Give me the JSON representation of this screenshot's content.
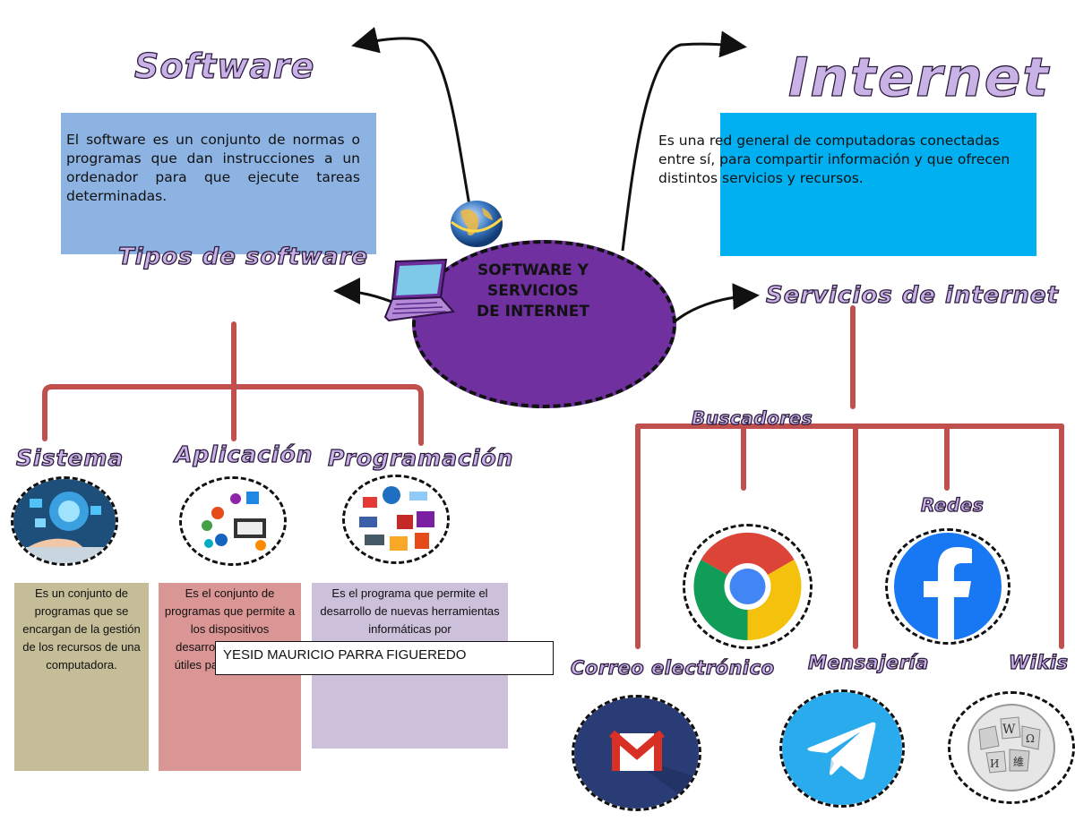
{
  "center": {
    "line1": "SOFTWARE Y",
    "line2": "SERVICIOS",
    "line3": "DE INTERNET"
  },
  "software": {
    "title": "Software",
    "description": "El software es un conjunto de normas o programas que dan instrucciones a un ordenador para que ejecute tareas determinadas.",
    "types_title": "Tipos de software",
    "types": [
      {
        "name": "Sistema",
        "description": "Es un conjunto de programas que se encargan de la gestión de los recursos de una computadora."
      },
      {
        "name": "Aplicación",
        "description": "Es el conjunto de programas que permite a los dispositivos desarrollar funciones útiles para el usuario."
      },
      {
        "name": "Programación",
        "description": "Es el programa que permite el desarrollo de nuevas herramientas informáticas por"
      }
    ]
  },
  "internet": {
    "title": "Internet",
    "description": "Es una red general de computadoras conectadas entre sí, para compartir información y que ofrecen distintos servicios y recursos.",
    "services_title": "Servicios de internet",
    "services": {
      "search": "Buscadores",
      "networks": "Redes",
      "email": "Correo electrónico",
      "messaging": "Mensajería",
      "wikis": "Wikis"
    }
  },
  "author": "YESID MAURICIO PARRA FIGUEREDO",
  "colors": {
    "software_box": "#8db3e2",
    "internet_box": "#00b0f0",
    "center_ellipse": "#7030a0",
    "tree_lines": "#c0504d",
    "sistema_box": "#c4bd97",
    "aplicacion_box": "#da9694",
    "programacion_box": "#ccc0da"
  }
}
